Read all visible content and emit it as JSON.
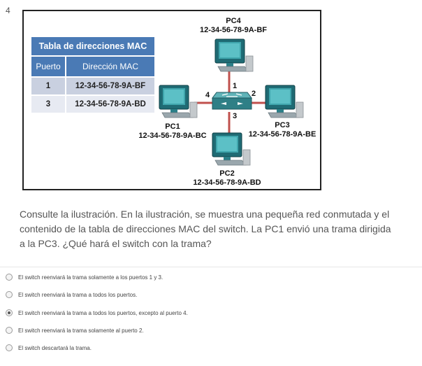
{
  "question_number": "4",
  "mac_table": {
    "title": "Tabla de direcciones MAC",
    "headers": [
      "Puerto",
      "Dirección MAC"
    ],
    "rows": [
      {
        "port": "1",
        "mac": "12-34-56-78-9A-BF"
      },
      {
        "port": "3",
        "mac": "12-34-56-78-9A-BD"
      }
    ]
  },
  "devices": {
    "pc4": {
      "name": "PC4",
      "mac": "12-34-56-78-9A-BF"
    },
    "pc1": {
      "name": "PC1",
      "mac": "12-34-56-78-9A-BC"
    },
    "pc3": {
      "name": "PC3",
      "mac": "12-34-56-78-9A-BE"
    },
    "pc2": {
      "name": "PC2",
      "mac": "12-34-56-78-9A-BD"
    }
  },
  "ports": {
    "p1": "1",
    "p2": "2",
    "p3": "3",
    "p4": "4"
  },
  "colors": {
    "table_header": "#4a7ab5",
    "link": "#c0504d",
    "switch": "#2f7f86"
  },
  "question_text": "Consulte la ilustración. En la ilustración, se muestra una pequeña red conmutada y el contenido de la tabla de direcciones MAC del switch. La PC1 envió una trama dirigida a la PC3. ¿Qué hará el switch con la trama?",
  "options": [
    {
      "label": "El switch reenviará la trama solamente a los puertos 1 y 3.",
      "selected": false
    },
    {
      "label": "El switch reenviará la trama a todos los puertos.",
      "selected": false
    },
    {
      "label": "El switch reenviará la trama a todos los puertos, excepto al puerto 4.",
      "selected": true
    },
    {
      "label": "El switch reenviará la trama solamente al puerto 2.",
      "selected": false
    },
    {
      "label": "El switch descartará la trama.",
      "selected": false
    }
  ]
}
